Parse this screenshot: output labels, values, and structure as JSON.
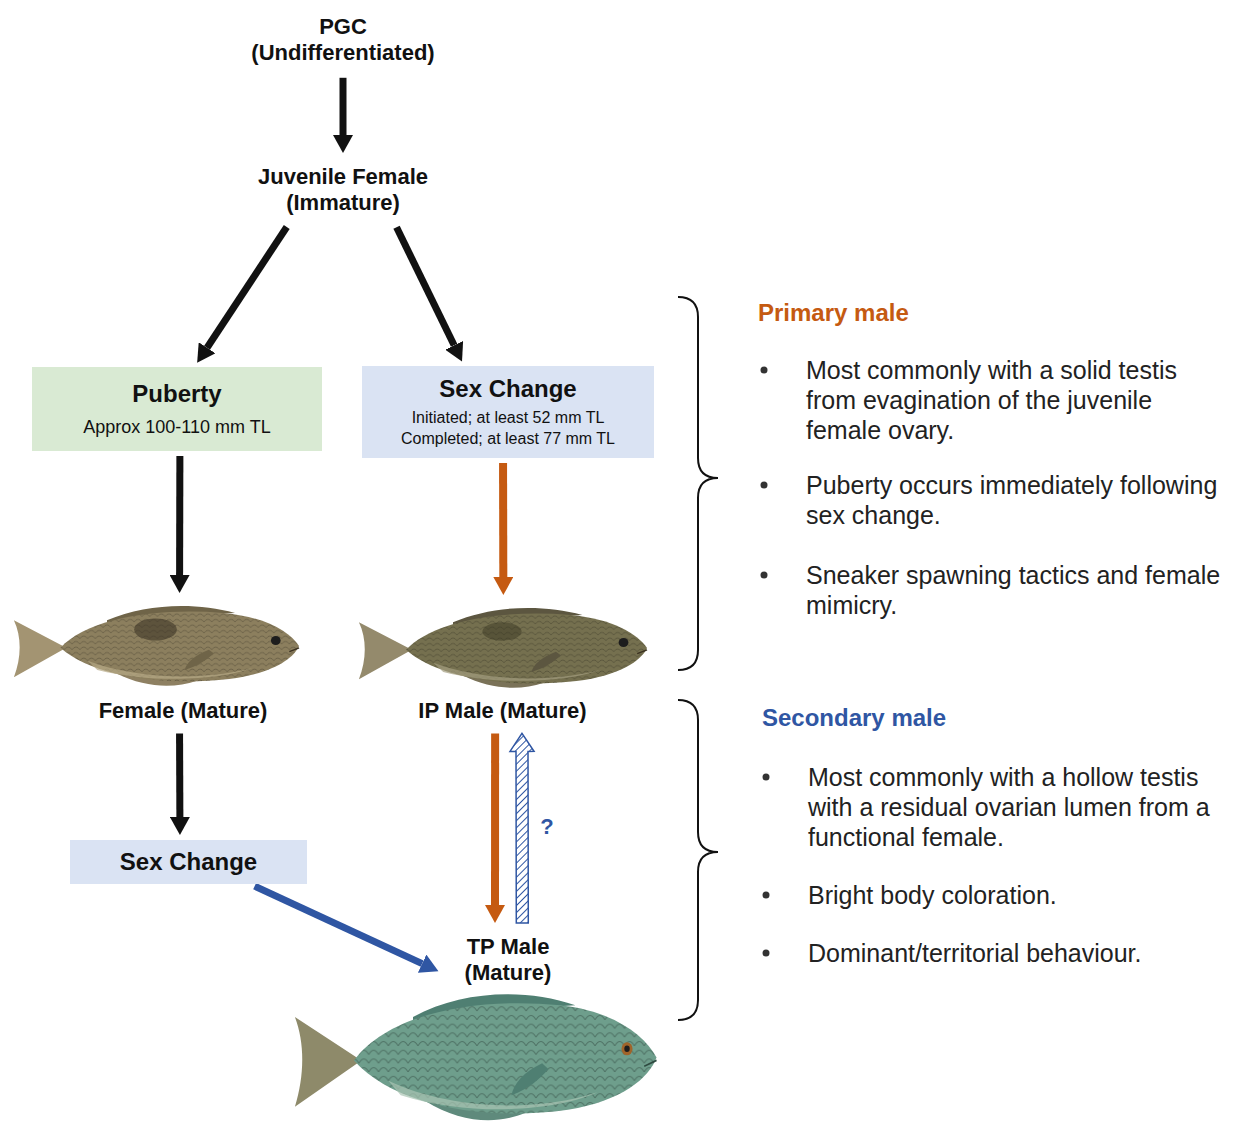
{
  "diagram": {
    "nodes": [
      {
        "text": [
          "PGC (Undifferentiated)"
        ]
      },
      {
        "text": [
          "Juvenile Female (Immature)"
        ]
      },
      {
        "text": [
          "Puberty",
          "Approx 100-110 mm TL"
        ]
      },
      {
        "text": [
          "Sex Change",
          "Initiated; at least 52 mm TL",
          "Completed; at least 77 mm TL"
        ]
      },
      {
        "text": [
          "Female (Mature)"
        ]
      },
      {
        "text": [
          "IP Male (Mature)"
        ]
      },
      {
        "text": [
          "Sex Change"
        ]
      },
      {
        "text": [
          "TP Male (Mature)"
        ]
      }
    ],
    "edges": [
      {
        "from": 0,
        "to": 1,
        "arrow": "to"
      },
      {
        "from": 1,
        "to": 2,
        "arrow": "to"
      },
      {
        "from": 1,
        "to": 3,
        "arrow": "to"
      },
      {
        "from": 2,
        "to": 4,
        "arrow": "to"
      },
      {
        "from": 3,
        "to": 5,
        "arrow": "to"
      },
      {
        "from": 4,
        "to": 6,
        "arrow": "to"
      },
      {
        "from": 6,
        "to": 7,
        "arrow": "to"
      },
      {
        "from": 5,
        "to": 7,
        "arrow": "to"
      },
      {
        "from": 7,
        "to": 5,
        "label": "?",
        "arrow": "to"
      }
    ],
    "labels": [
      "Primary male",
      "Most commonly with a solid testis from evagination of the juvenile female ovary.",
      "Puberty occurs immediately following sex change.",
      "Sneaker spawning tactics and female mimicry.",
      "Secondary male",
      "Most commonly with a hollow testis with a residual ovarian lumen from a functional female.",
      "Bright body coloration.",
      "Dominant/territorial behaviour."
    ]
  }
}
